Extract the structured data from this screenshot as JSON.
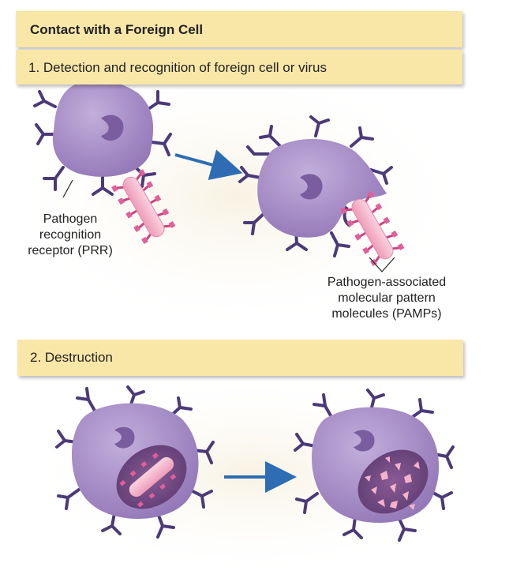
{
  "title": "Contact with a Foreign Cell",
  "step1": {
    "heading": "1. Detection and recognition of foreign cell or virus",
    "prr_label": [
      "Pathogen",
      "recognition",
      "receptor (PRR)"
    ],
    "pamp_label": [
      "Pathogen-associated",
      "molecular pattern",
      "molecules (PAMPs)"
    ]
  },
  "step2": {
    "heading": "2. Destruction"
  },
  "colors": {
    "banner": "#f9e7a8",
    "cell": "#a68bc4",
    "receptor": "#4b3a78",
    "bacterium": "#f3b2c9",
    "pamp": "#d94f8c",
    "arrow": "#2e6db4"
  }
}
